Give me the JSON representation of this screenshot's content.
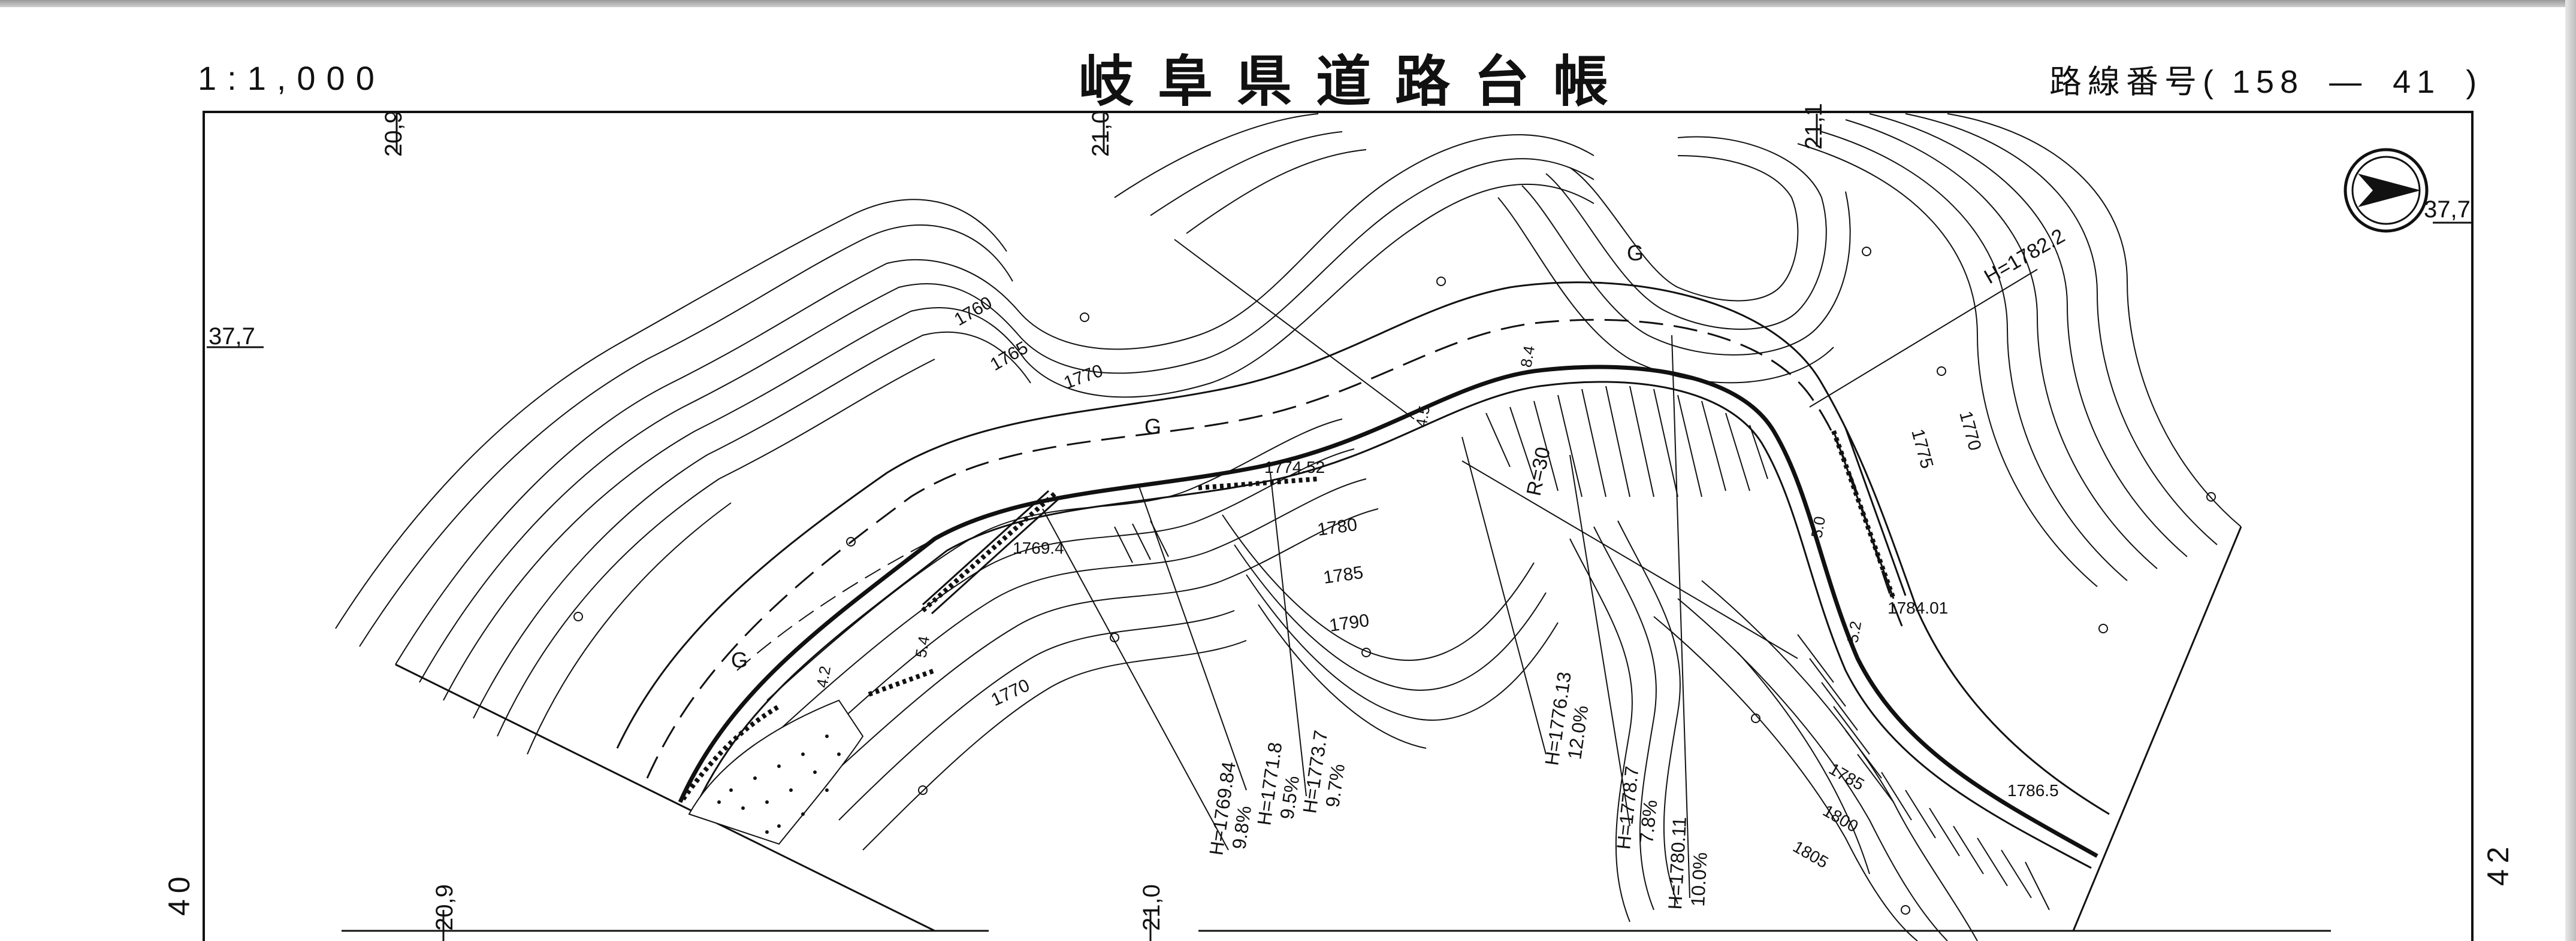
{
  "header": {
    "scale": "1:1,000",
    "title": "岐阜県道路台帳",
    "route_label": "路線番号(",
    "route_number": "158",
    "route_dash": "—",
    "route_sheet": "41",
    "route_close": ")"
  },
  "grid": {
    "top_labels": [
      "20,9",
      "21,0",
      "21,1"
    ],
    "bottom_labels": [
      "20,9",
      "21,0"
    ],
    "left_label": "37,7",
    "right_label": "37,7"
  },
  "adjacent_sheets": {
    "left": "40",
    "right": "42"
  },
  "north_arrow": {
    "icon": "north-arrow-icon"
  },
  "map_labels": {
    "contours": [
      "1760",
      "1765",
      "1770",
      "1780",
      "1785",
      "1790",
      "1770",
      "1775",
      "1770",
      "1785",
      "1800",
      "1805"
    ],
    "ground": [
      "G",
      "G",
      "G"
    ],
    "elevations": [
      "1774.52",
      "1769.4",
      "1784.01",
      "1786.5"
    ],
    "gradients": [
      {
        "h": "H=1782.2"
      },
      {
        "h": "H=1769.84",
        "g": "9.8%"
      },
      {
        "h": "H=1771.8",
        "g": "9.5%"
      },
      {
        "h": "H=1773.7",
        "g": "9.7%"
      },
      {
        "h": "H=1776.13",
        "g": "12.0%"
      },
      {
        "h": "H=1778.7",
        "g": "7.8%"
      },
      {
        "h": "H=1780.11",
        "g": "10.0%"
      }
    ],
    "curve": "R=30",
    "widths": [
      "4.2",
      "5.4",
      "5.0",
      "5.2",
      "4.5",
      "8.4"
    ]
  }
}
